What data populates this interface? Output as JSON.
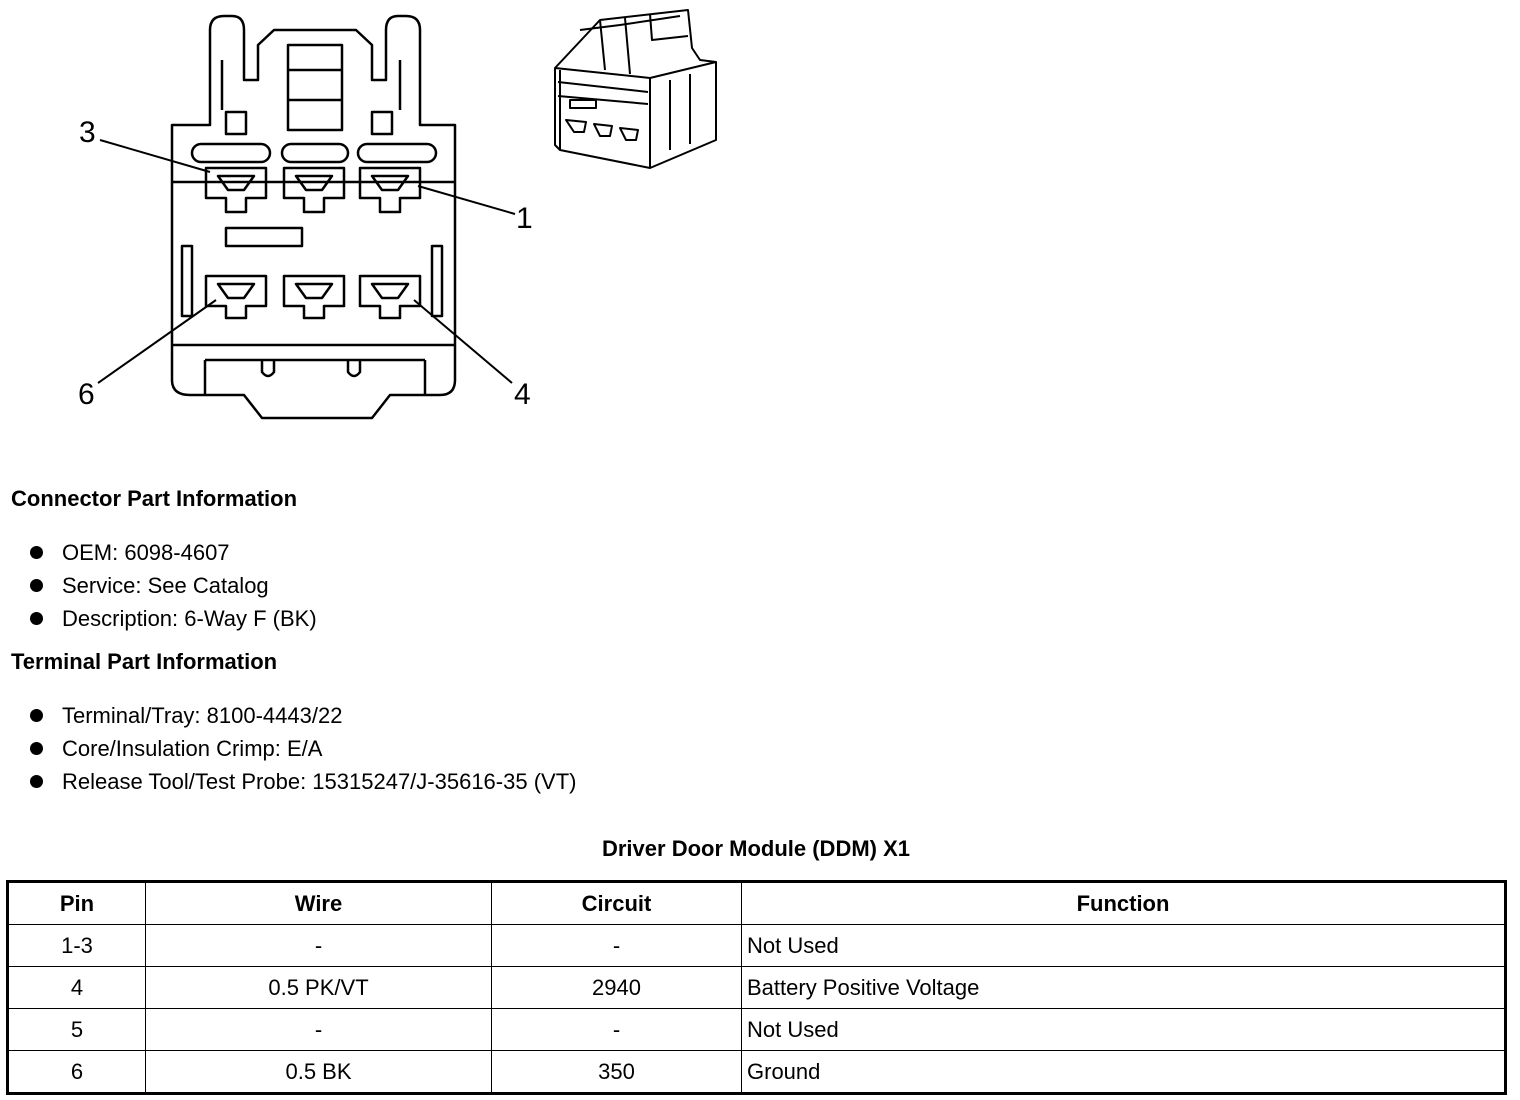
{
  "callouts": {
    "pin3": "3",
    "pin1": "1",
    "pin6": "6",
    "pin4": "4"
  },
  "connector_info": {
    "heading": "Connector Part Information",
    "items": [
      "OEM: 6098-4607",
      "Service: See Catalog",
      "Description: 6-Way F (BK)"
    ]
  },
  "terminal_info": {
    "heading": "Terminal Part Information",
    "items": [
      "Terminal/Tray: 8100-4443/22",
      "Core/Insulation Crimp: E/A",
      "Release Tool/Test Probe: 15315247/J-35616-35 (VT)"
    ]
  },
  "table": {
    "caption": "Driver Door Module (DDM) X1",
    "headers": [
      "Pin",
      "Wire",
      "Circuit",
      "Function"
    ],
    "rows": [
      [
        "1-3",
        "-",
        "-",
        "Not Used"
      ],
      [
        "4",
        "0.5 PK/VT",
        "2940",
        "Battery Positive Voltage"
      ],
      [
        "5",
        "-",
        "-",
        "Not Used"
      ],
      [
        "6",
        "0.5 BK",
        "350",
        "Ground"
      ]
    ]
  }
}
